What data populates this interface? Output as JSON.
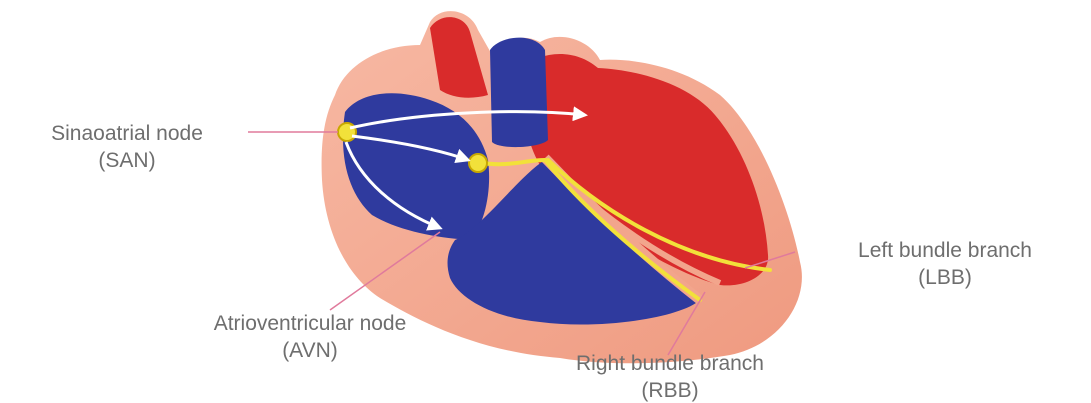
{
  "labels": {
    "san": {
      "name": "Sinaoatrial node",
      "abbr": "(SAN)"
    },
    "avn": {
      "name": "Atrioventricular node",
      "abbr": "(AVN)"
    },
    "rbb": {
      "name": "Right bundle branch",
      "abbr": "(RBB)"
    },
    "lbb": {
      "name": "Left bundle branch",
      "abbr": "(LBB)"
    }
  },
  "colors": {
    "deoxygenated_blood": "#2f3a9e",
    "oxygenated_blood": "#d92b2b",
    "heart_wall": "#f2a58c",
    "conduction_pathway": "#f2e13a",
    "leader_line": "#e07a9c"
  }
}
